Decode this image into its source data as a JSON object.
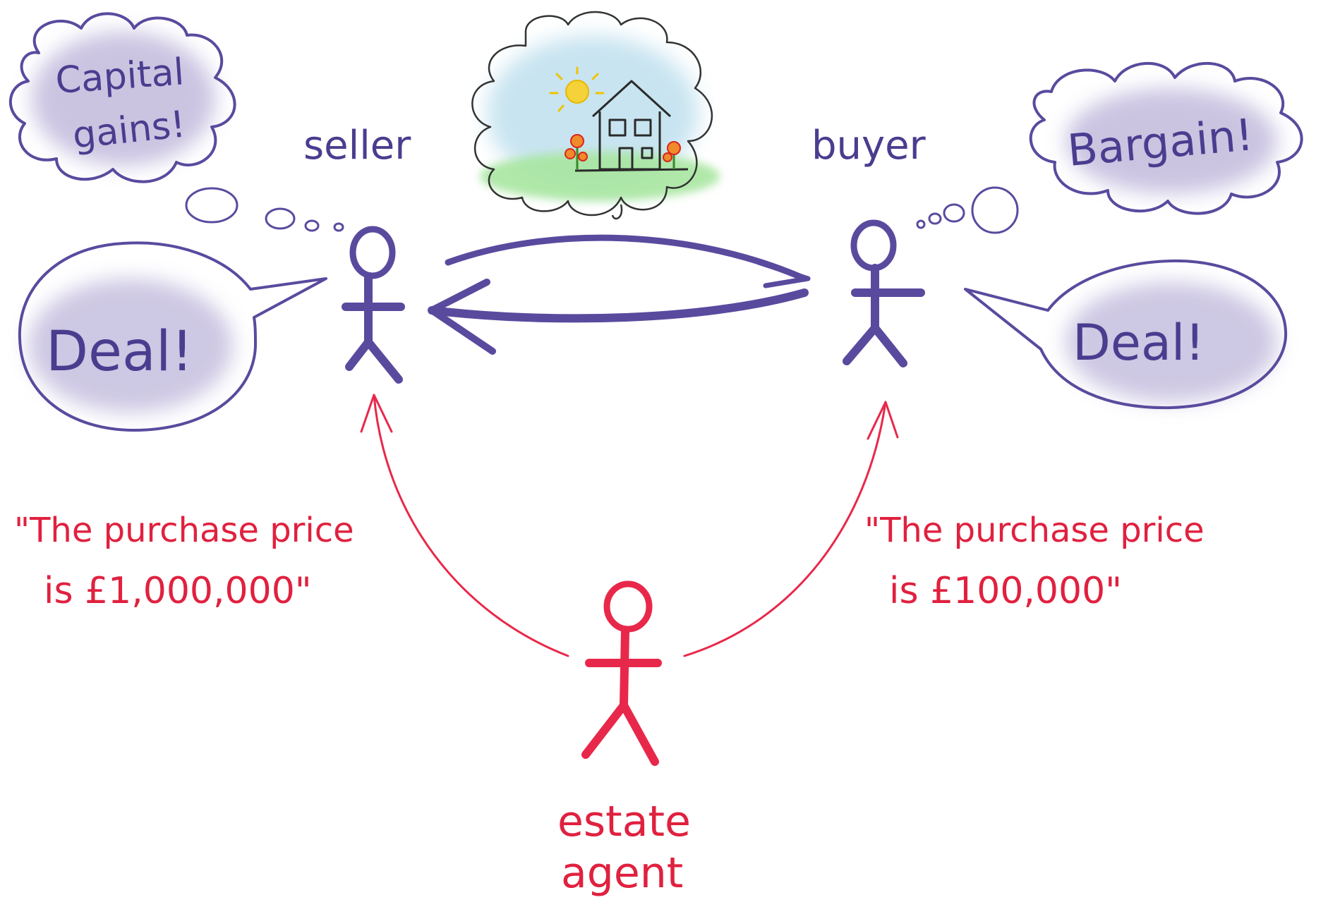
{
  "colors": {
    "purple": "#5a4a9e",
    "purple_text": "#4a3d8f",
    "purple_fill": "#b9b1d8",
    "red": "#e8284a",
    "red_text": "#e0213f",
    "sky": "#bfe0ee",
    "grass": "#a8e6a0",
    "sun": "#f5d23a"
  },
  "seller": {
    "label": "seller",
    "thought": [
      "Capital",
      "gains!"
    ],
    "speech": "Deal!"
  },
  "buyer": {
    "label": "buyer",
    "thought": "Bargain!",
    "speech": "Deal!"
  },
  "agent": {
    "label": [
      "estate",
      "agent"
    ],
    "to_seller": [
      "\"The purchase price",
      "is £1,000,000\""
    ],
    "to_buyer": [
      "\"The purchase price",
      "is £100,000\""
    ]
  },
  "house_cloud": {
    "icons": [
      "sun-icon",
      "house-icon",
      "flower-icon"
    ]
  }
}
